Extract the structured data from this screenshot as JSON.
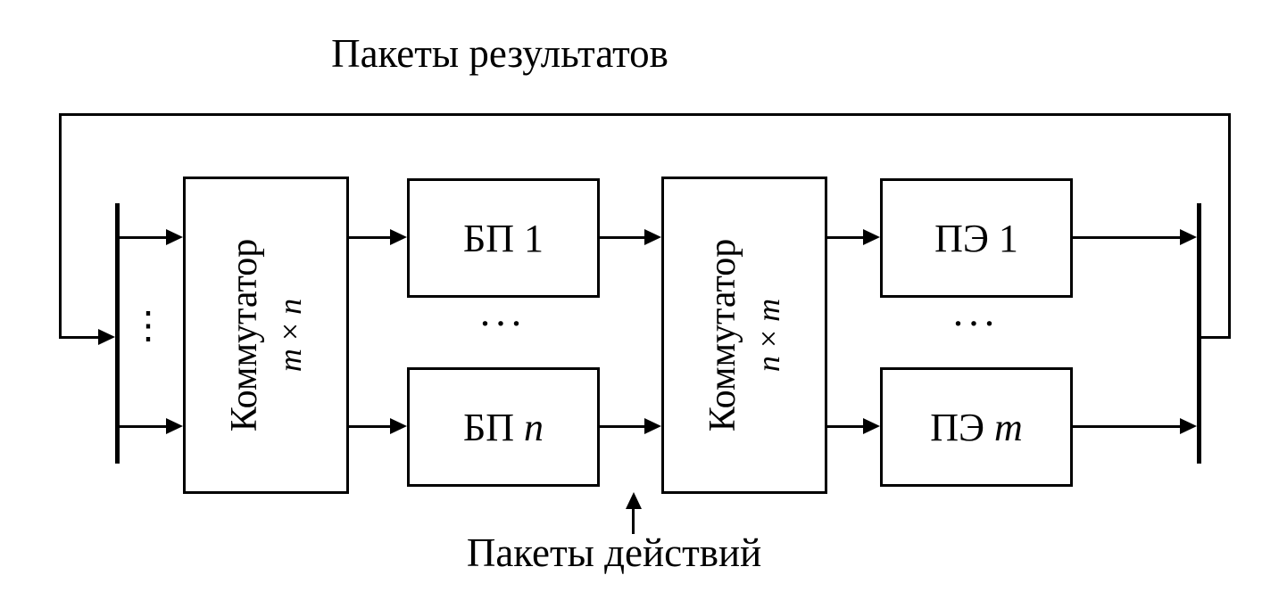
{
  "diagram": {
    "title_top": "Пакеты результатов",
    "label_bottom": "Пакеты действий",
    "switch_in": {
      "name": "Коммутатор",
      "dim_a": "m",
      "dim_op": " × ",
      "dim_b": "n"
    },
    "switch_out": {
      "name": "Коммутатор",
      "dim_a": "n",
      "dim_op": " × ",
      "dim_b": "m"
    },
    "bp_first": "БП 1",
    "bp_last_prefix": "БП ",
    "bp_last_var": "n",
    "pe_first": "ПЭ 1",
    "pe_last_prefix": "ПЭ ",
    "pe_last_var": "m",
    "dots_h_left": "...",
    "dots_h_right": "...",
    "dots_v": "⋮"
  }
}
